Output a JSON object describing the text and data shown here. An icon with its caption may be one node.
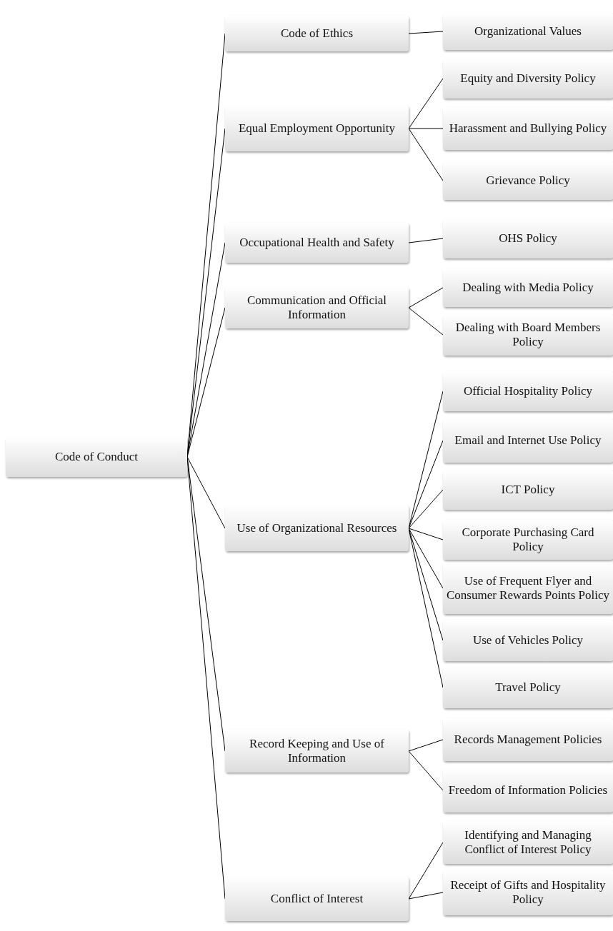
{
  "diagram": {
    "nodes": [
      {
        "text": [
          "Code of Conduct"
        ]
      },
      {
        "text": [
          "Code of Ethics"
        ]
      },
      {
        "text": [
          "Equal Employment Opportunity"
        ]
      },
      {
        "text": [
          "Occupational Health and Safety"
        ]
      },
      {
        "text": [
          "Communication and Official Information"
        ]
      },
      {
        "text": [
          "Use of Organizational Resources"
        ]
      },
      {
        "text": [
          "Record Keeping and Use of Information"
        ]
      },
      {
        "text": [
          "Conflict of Interest"
        ]
      },
      {
        "text": [
          "Organizational Values"
        ]
      },
      {
        "text": [
          "Equity and Diversity Policy"
        ]
      },
      {
        "text": [
          "Harassment and Bullying Policy"
        ]
      },
      {
        "text": [
          "Grievance Policy"
        ]
      },
      {
        "text": [
          "OHS Policy"
        ]
      },
      {
        "text": [
          "Dealing with Media Policy"
        ]
      },
      {
        "text": [
          "Dealing with Board Members Policy"
        ]
      },
      {
        "text": [
          "Official Hospitality Policy"
        ]
      },
      {
        "text": [
          "Email and Internet Use Policy"
        ]
      },
      {
        "text": [
          "ICT Policy"
        ]
      },
      {
        "text": [
          "Corporate Purchasing Card Policy"
        ]
      },
      {
        "text": [
          "Use of Frequent Flyer and Consumer Rewards Points Policy"
        ]
      },
      {
        "text": [
          "Use of Vehicles Policy"
        ]
      },
      {
        "text": [
          "Travel Policy"
        ]
      },
      {
        "text": [
          "Records Management Policies"
        ]
      },
      {
        "text": [
          "Freedom of Information Policies"
        ]
      },
      {
        "text": [
          "Identifying and Managing Conflict of Interest Policy"
        ]
      },
      {
        "text": [
          "Receipt of Gifts and Hospitality Policy"
        ]
      }
    ],
    "edges": [
      {
        "from": 0,
        "to": 1,
        "arrow": "none"
      },
      {
        "from": 0,
        "to": 2,
        "arrow": "none"
      },
      {
        "from": 0,
        "to": 3,
        "arrow": "none"
      },
      {
        "from": 0,
        "to": 4,
        "arrow": "none"
      },
      {
        "from": 0,
        "to": 5,
        "arrow": "none"
      },
      {
        "from": 0,
        "to": 6,
        "arrow": "none"
      },
      {
        "from": 0,
        "to": 7,
        "arrow": "none"
      },
      {
        "from": 1,
        "to": 8,
        "arrow": "none"
      },
      {
        "from": 2,
        "to": 9,
        "arrow": "none"
      },
      {
        "from": 2,
        "to": 10,
        "arrow": "none"
      },
      {
        "from": 2,
        "to": 11,
        "arrow": "none"
      },
      {
        "from": 3,
        "to": 12,
        "arrow": "none"
      },
      {
        "from": 4,
        "to": 13,
        "arrow": "none"
      },
      {
        "from": 4,
        "to": 14,
        "arrow": "none"
      },
      {
        "from": 5,
        "to": 15,
        "arrow": "none"
      },
      {
        "from": 5,
        "to": 16,
        "arrow": "none"
      },
      {
        "from": 5,
        "to": 17,
        "arrow": "none"
      },
      {
        "from": 5,
        "to": 18,
        "arrow": "none"
      },
      {
        "from": 5,
        "to": 19,
        "arrow": "none"
      },
      {
        "from": 5,
        "to": 20,
        "arrow": "none"
      },
      {
        "from": 5,
        "to": 21,
        "arrow": "none"
      },
      {
        "from": 6,
        "to": 22,
        "arrow": "none"
      },
      {
        "from": 6,
        "to": 23,
        "arrow": "none"
      },
      {
        "from": 7,
        "to": 24,
        "arrow": "none"
      },
      {
        "from": 7,
        "to": 25,
        "arrow": "none"
      }
    ]
  }
}
